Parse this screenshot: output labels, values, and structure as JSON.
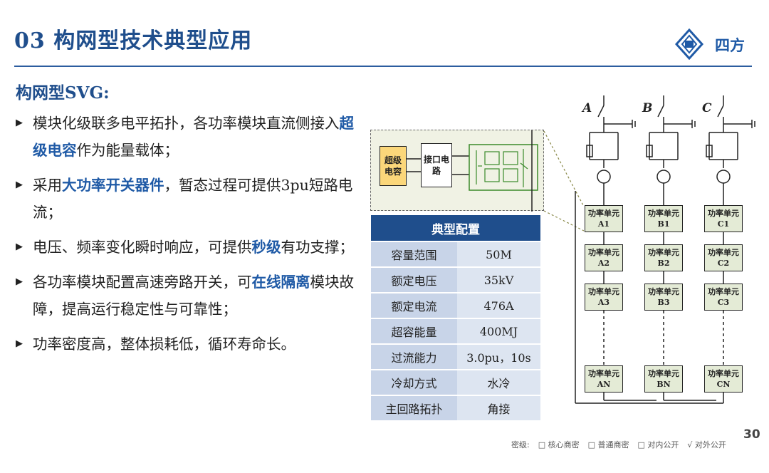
{
  "header": {
    "title": "03 构网型技术典型应用",
    "logo_text": "四方"
  },
  "subtitle": "构网型SVG:",
  "bullets": [
    {
      "parts": [
        {
          "t": "模块化级联多电平拓扑，各功率模块直流侧接入"
        },
        {
          "t": "超级电容",
          "hl": true
        },
        {
          "t": "作为能量载体；"
        }
      ]
    },
    {
      "parts": [
        {
          "t": "采用"
        },
        {
          "t": "大功率开关器件",
          "hl": true
        },
        {
          "t": "，暂态过程可提供3pu短路电流；"
        }
      ]
    },
    {
      "parts": [
        {
          "t": "电压、频率变化瞬时响应，可提供"
        },
        {
          "t": "秒级",
          "hl": true
        },
        {
          "t": "有功支撑；"
        }
      ]
    },
    {
      "parts": [
        {
          "t": "各功率模块配置高速旁路开关，可"
        },
        {
          "t": "在线隔离",
          "hl": true
        },
        {
          "t": "模块故障，提高运行稳定性与可靠性；"
        }
      ]
    },
    {
      "parts": [
        {
          "t": "功率密度高，整体损耗低，循环寿命长。"
        }
      ]
    }
  ],
  "circuit": {
    "supercap_label": "超级电容",
    "interface_label": "接口电路"
  },
  "config_table": {
    "header": "典型配置",
    "rows": [
      [
        "容量范围",
        "50M"
      ],
      [
        "额定电压",
        "35kV"
      ],
      [
        "额定电流",
        "476A"
      ],
      [
        "超容能量",
        "400MJ"
      ],
      [
        "过流能力",
        "3.0pu，10s"
      ],
      [
        "冷却方式",
        "水冷"
      ],
      [
        "主回路拓扑",
        "角接"
      ]
    ]
  },
  "schematic": {
    "phases": [
      "A",
      "B",
      "C"
    ],
    "unit_label": "功率单元",
    "units": [
      [
        "A1",
        "B1",
        "C1"
      ],
      [
        "A2",
        "B2",
        "C2"
      ],
      [
        "A3",
        "B3",
        "C3"
      ],
      [
        "AN",
        "BN",
        "CN"
      ]
    ]
  },
  "page_number": "30",
  "footer": {
    "label": "密级:",
    "options": [
      "□ 核心商密",
      "□ 普通商密",
      "□ 对内公开",
      "√ 对外公开"
    ]
  },
  "colors": {
    "title": "#1f4e8c",
    "highlight": "#1f5aa6",
    "table_header": "#1f4e8c",
    "supercap": "#fbd77a",
    "unit_fill": "#e4ebd6"
  }
}
